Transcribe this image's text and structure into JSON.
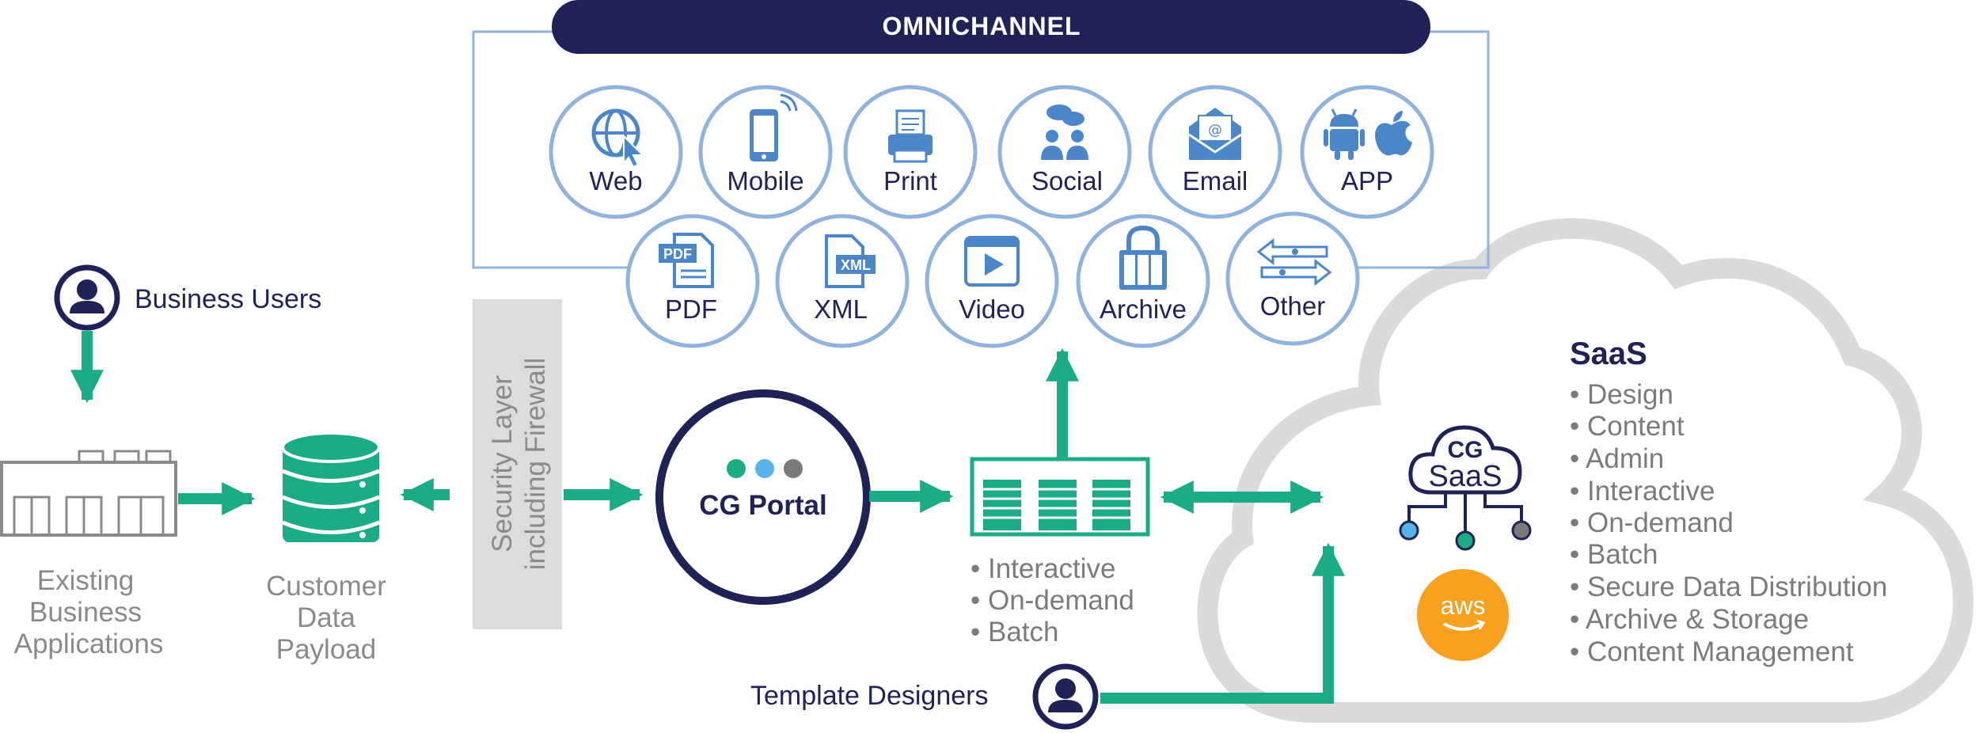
{
  "omnichannel": {
    "title": "OMNICHANNEL",
    "channels": [
      {
        "label": "Web",
        "icon": "web-globe-icon"
      },
      {
        "label": "Mobile",
        "icon": "mobile-phone-icon"
      },
      {
        "label": "Print",
        "icon": "printer-icon"
      },
      {
        "label": "Social",
        "icon": "social-people-icon"
      },
      {
        "label": "Email",
        "icon": "email-envelope-icon"
      },
      {
        "label": "APP",
        "icon": "android-apple-icon"
      },
      {
        "label": "PDF",
        "icon": "pdf-document-icon"
      },
      {
        "label": "XML",
        "icon": "xml-document-icon"
      },
      {
        "label": "Video",
        "icon": "video-play-icon"
      },
      {
        "label": "Archive",
        "icon": "archive-lock-icon"
      },
      {
        "label": "Other",
        "icon": "arrows-exchange-icon"
      }
    ]
  },
  "business_users": "Business Users",
  "existing_apps": [
    "Existing",
    "Business",
    "Applications"
  ],
  "customer_data": [
    "Customer",
    "Data",
    "Payload"
  ],
  "security_layer": [
    "Security Layer",
    "including Firewall"
  ],
  "cg_portal": "CG Portal",
  "processing_modes": [
    "• Interactive",
    "• On-demand",
    "• Batch"
  ],
  "template_designers": "Template Designers",
  "saas": {
    "title": "SaaS",
    "logo_top": "CG",
    "logo_bottom": "SaaS",
    "aws": "aws",
    "items": [
      "• Design",
      "• Content",
      "• Admin",
      "• Interactive",
      "• On-demand",
      "• Batch",
      "• Secure Data Distribution",
      "• Archive & Storage",
      "• Content Management"
    ]
  },
  "colors": {
    "navy": "#1e2257",
    "green": "#1bab86",
    "light_blue": "#8fb3dc",
    "icon_blue": "#4a86c8",
    "grey": "#8a8a8a",
    "aws_orange": "#f7a11e",
    "dot_blue": "#55b3e8"
  }
}
